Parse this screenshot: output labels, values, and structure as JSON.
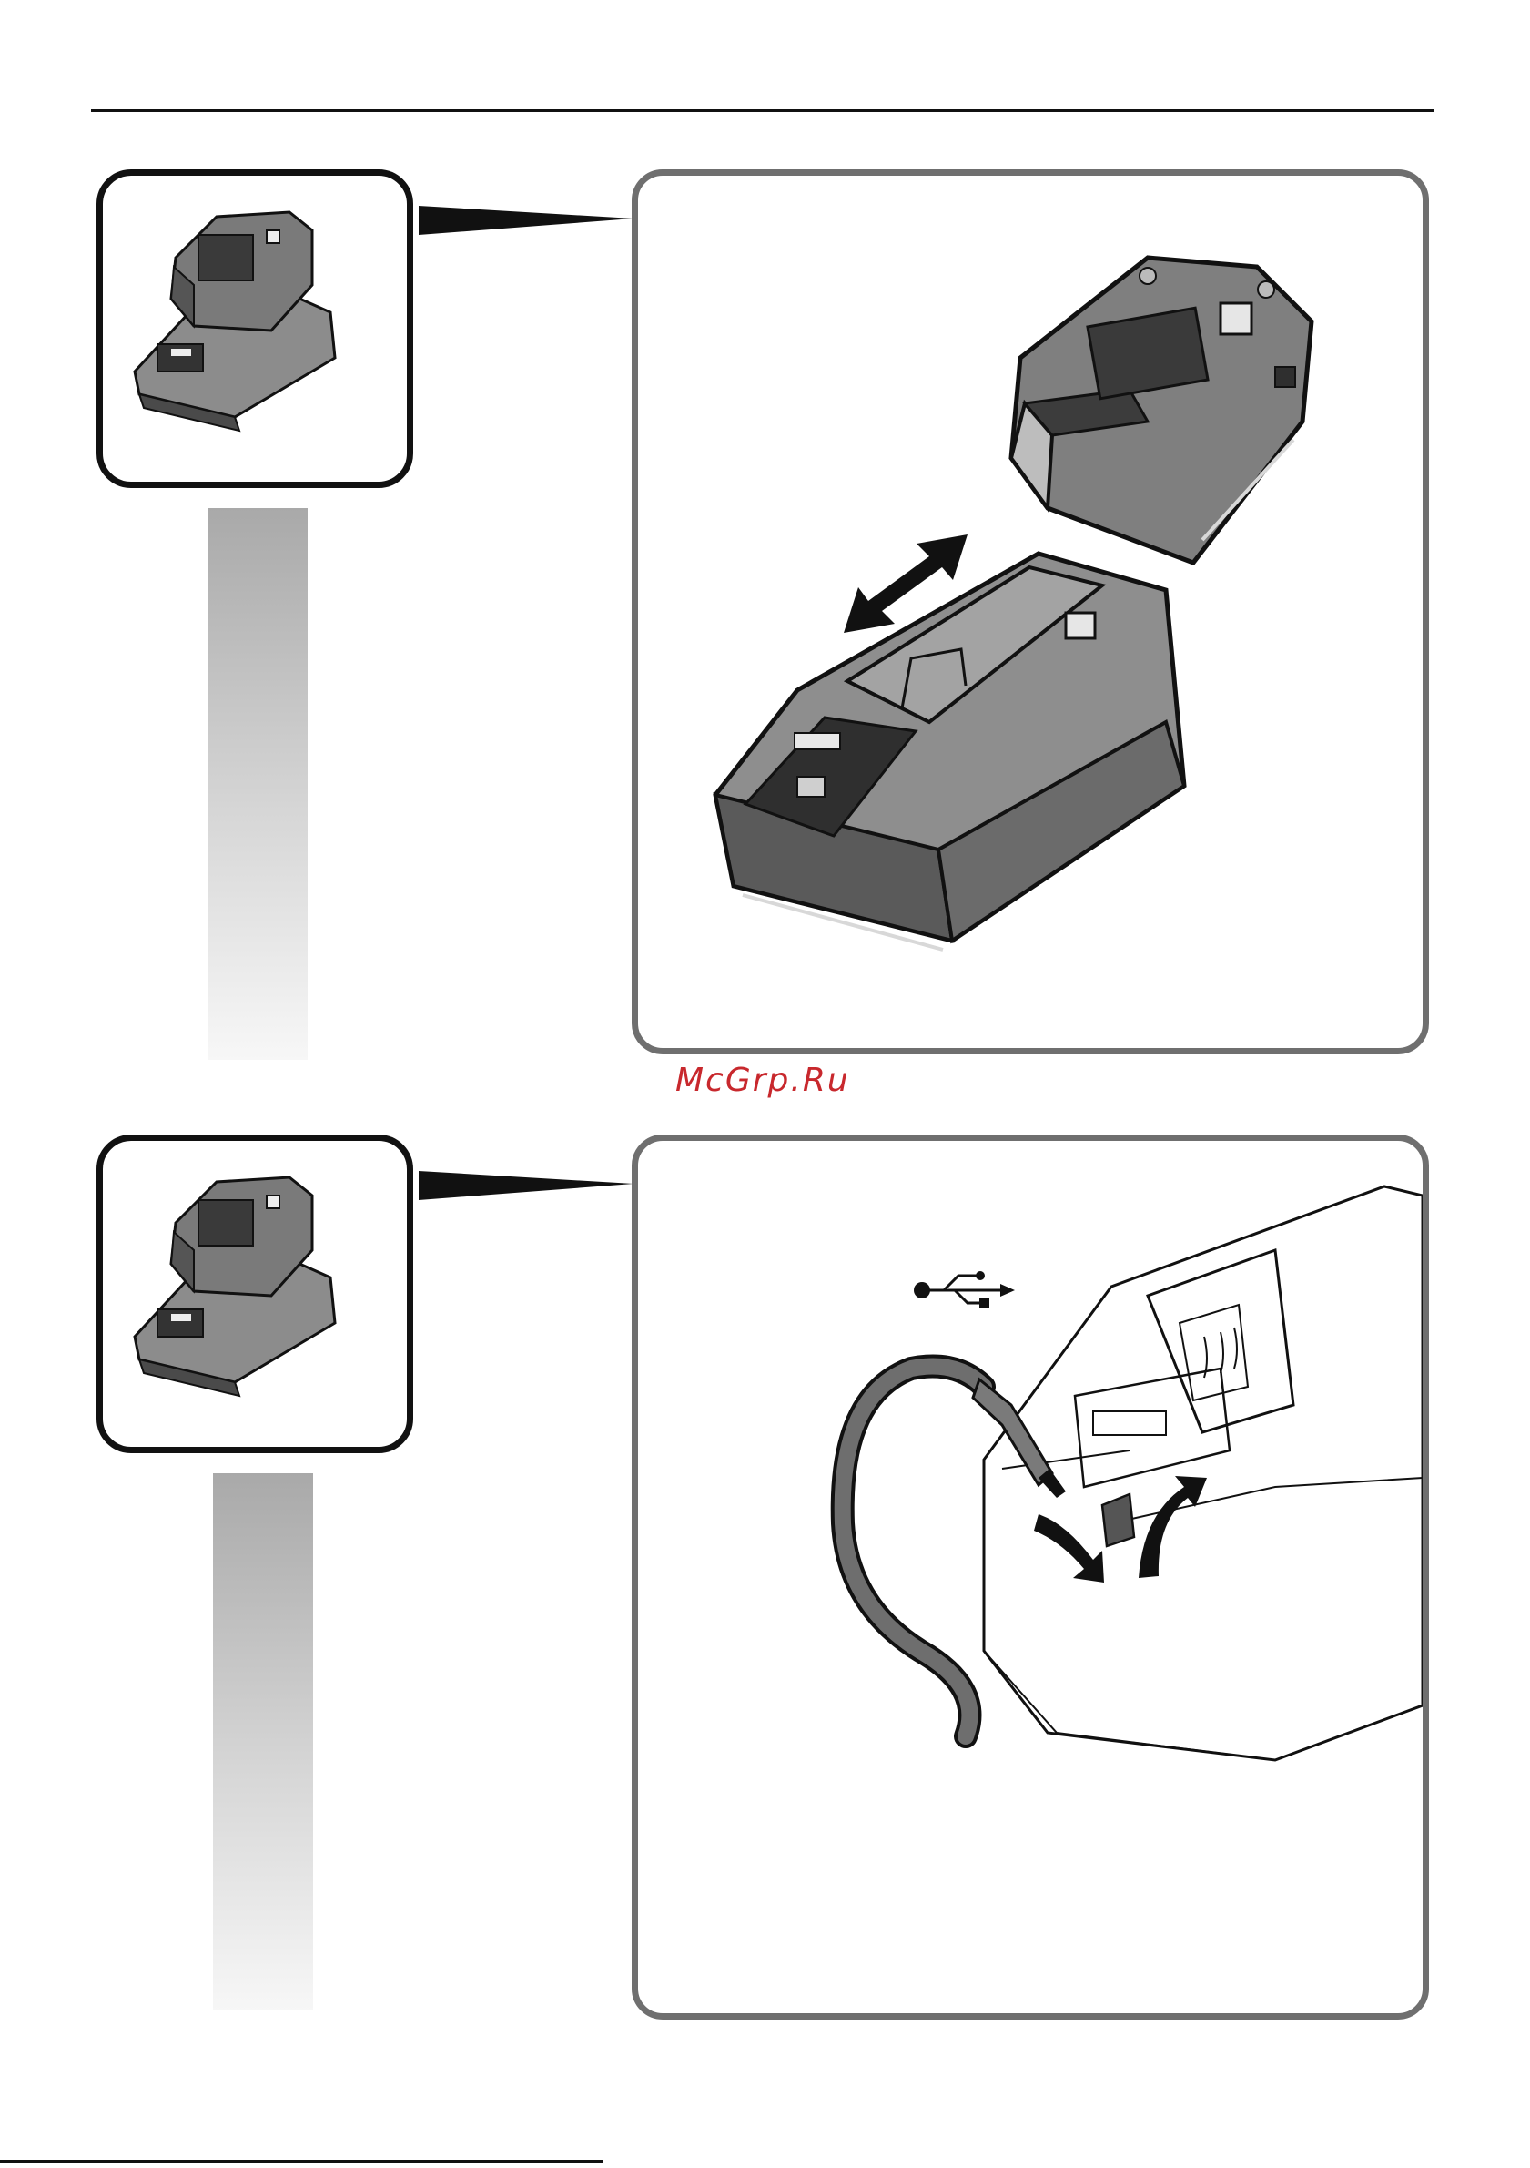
{
  "watermark": {
    "text": "McGrp.Ru",
    "color": "#c8282d"
  },
  "figures": [
    {
      "name": "battery-on-charger",
      "icons": [
        "charger-thumbnail-icon",
        "battery-insert-arrow-icon"
      ]
    },
    {
      "name": "usb-charging",
      "icons": [
        "usb-icon",
        "usb-cable-icon",
        "cover-open-arrow-icon"
      ]
    }
  ],
  "colors": {
    "panel_border": "#6f6f6f",
    "ink": "#111111",
    "body_gray": "#8c8c8c",
    "dark_gray": "#4a4a4a"
  }
}
